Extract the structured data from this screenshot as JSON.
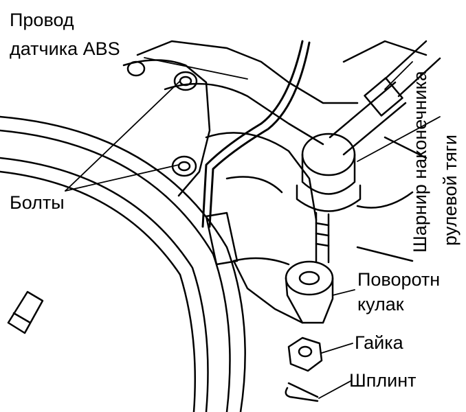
{
  "labels": {
    "abs_wire_line1": "Провод",
    "abs_wire_line2": "датчика ABS",
    "bolts": "Болты",
    "tie_rod_end_line1": "Шарнир наконечника",
    "tie_rod_end_line2": "рулевой тяги",
    "knuckle_line1": "Поворотн",
    "knuckle_line2": "кулак",
    "nut": "Гайка",
    "cotter_pin": "Шплинт"
  },
  "colors": {
    "ink": "#000000",
    "background": "#ffffff"
  }
}
